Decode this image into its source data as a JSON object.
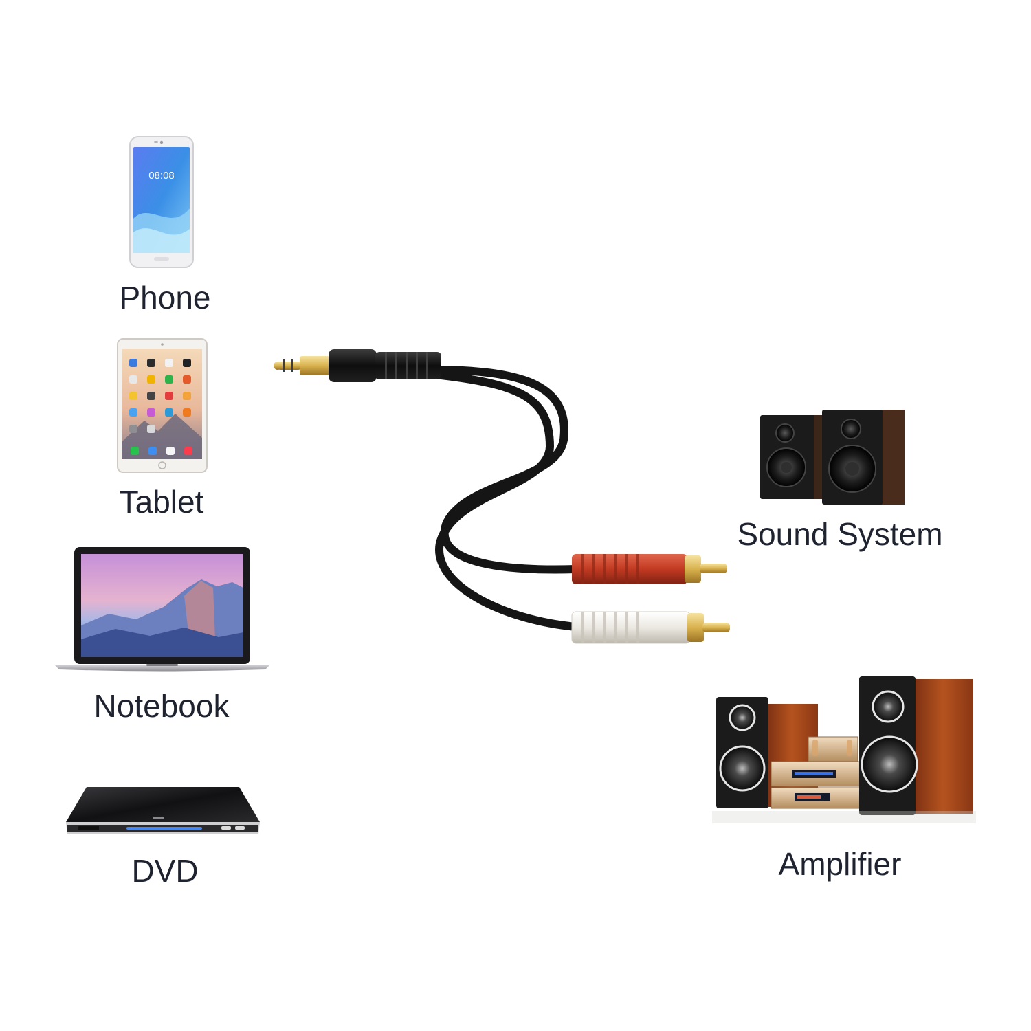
{
  "devices": {
    "phone": {
      "label": "Phone",
      "clock": "08:08"
    },
    "tablet": {
      "label": "Tablet"
    },
    "notebook": {
      "label": "Notebook"
    },
    "dvd": {
      "label": "DVD"
    },
    "sound_system": {
      "label": "Sound System"
    },
    "amplifier": {
      "label": "Amplifier"
    }
  },
  "colors": {
    "label_text": "#1f2330",
    "cable": "#151515",
    "rca_red": "#c23a22",
    "rca_white": "#ece9e2",
    "gold": "#d9b24e",
    "speaker_wood": "#a6461d",
    "speaker_black": "#1b1b1b"
  }
}
